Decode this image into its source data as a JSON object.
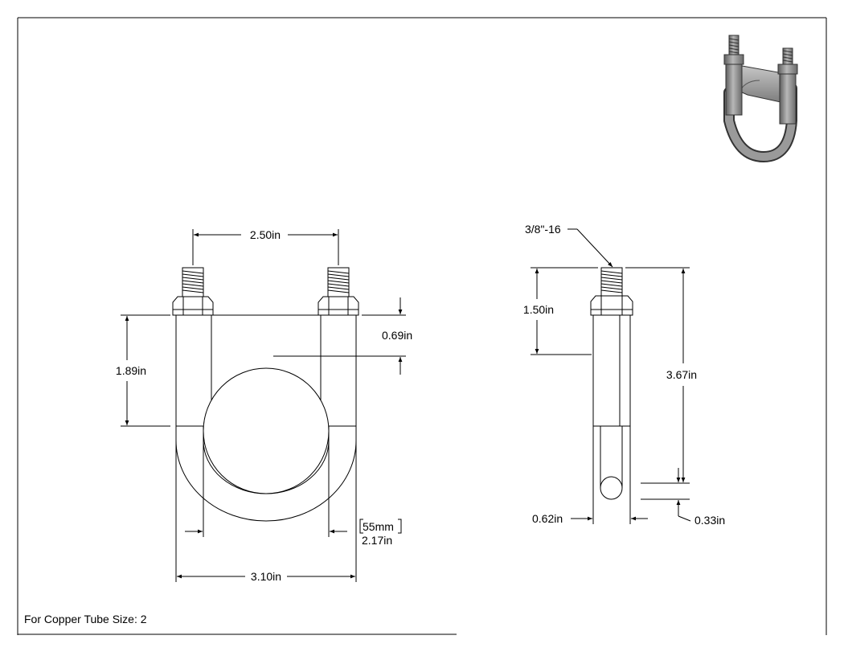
{
  "front_view": {
    "dim_bolt_spacing": "2.50in",
    "dim_body_height": "1.89in",
    "dim_bracket_gap": "0.69in",
    "dim_tube_dia_mm": "55mm",
    "dim_tube_dia_in": "2.17in",
    "dim_overall_width": "3.10in"
  },
  "side_view": {
    "thread_callout": "3/8\"-16",
    "dim_thread_length": "1.50in",
    "dim_overall_height": "3.67in",
    "dim_width": "0.62in",
    "dim_rod_dia": "0.33in"
  },
  "caption": "For Copper Tube Size: 2",
  "iso_view": {
    "icon": "u-bolt-clamp-icon",
    "metal_color": "#8f8f8f"
  }
}
